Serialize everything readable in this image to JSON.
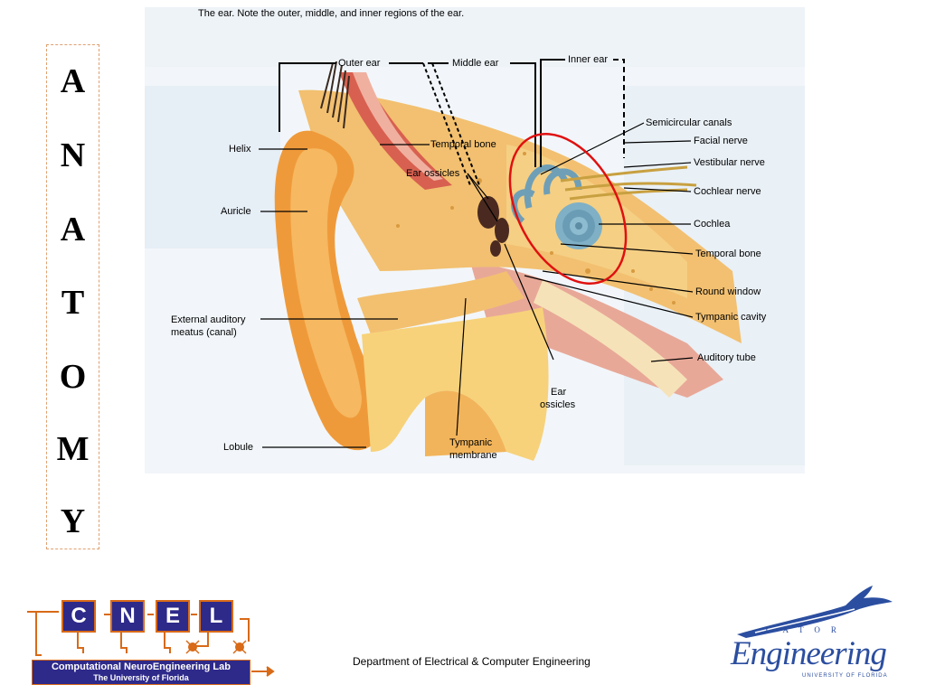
{
  "side_title": {
    "letters": [
      "A",
      "N",
      "A",
      "T",
      "O",
      "M",
      "Y"
    ]
  },
  "figure": {
    "caption": "The ear. Note the outer, middle, and inner regions of  the ear.",
    "regions": {
      "outer": "Outer ear",
      "middle": "Middle ear",
      "inner": "Inner ear"
    },
    "labels_left": {
      "helix": "Helix",
      "auricle": "Auricle",
      "canal_line1": "External auditory",
      "canal_line2": "meatus (canal)",
      "lobule": "Lobule"
    },
    "labels_center": {
      "temporal_bone": "Temporal bone",
      "ear_ossicles": "Ear ossicles",
      "ear_ossicles_lower_1": "Ear",
      "ear_ossicles_lower_2": "ossicles",
      "tympanic_1": "Tympanic",
      "tympanic_2": "membrane"
    },
    "labels_right": {
      "semicircular": "Semicircular canals",
      "facial": "Facial nerve",
      "vestibular": "Vestibular nerve",
      "cochlear_nerve": "Cochlear nerve",
      "cochlea": "Cochlea",
      "temporal_bone": "Temporal bone",
      "round_window": "Round window",
      "tympanic_cavity": "Tympanic cavity",
      "auditory_tube": "Auditory tube"
    },
    "highlight_color": "#e01010"
  },
  "footer": {
    "department": "Department of Electrical & Computer Engineering",
    "cnel": {
      "letters": [
        "C",
        "N",
        "E",
        "L"
      ],
      "line1": "Computational NeuroEngineering Lab",
      "line2": "The University of Florida"
    },
    "gator": {
      "small": "GATOR",
      "word": "Engineering",
      "uf": "UNIVERSITY OF FLORIDA"
    }
  }
}
